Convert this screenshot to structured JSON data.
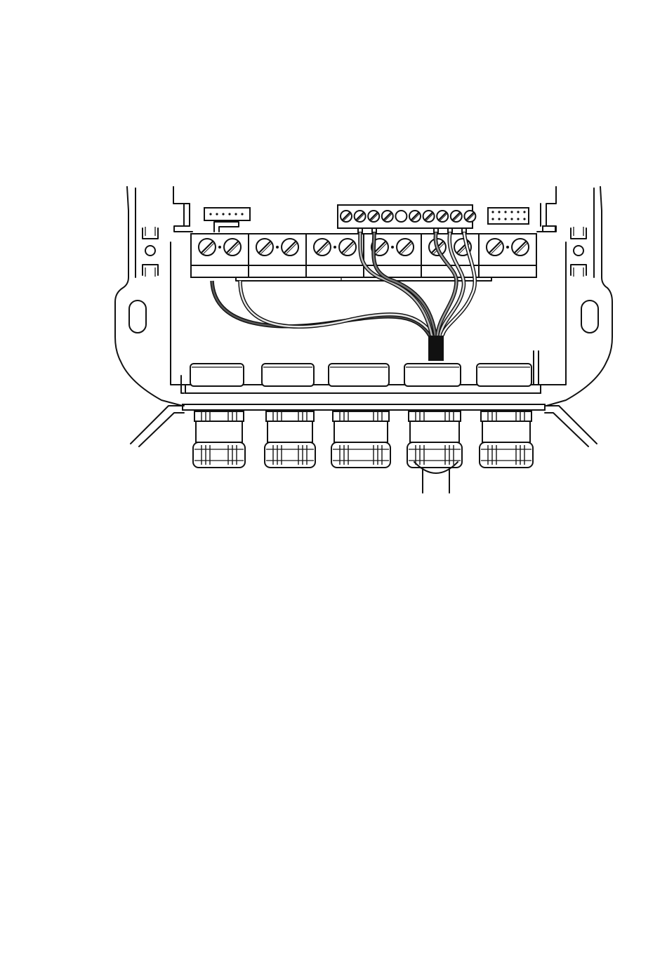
{
  "figure": {
    "terminal_groups": 6,
    "small_terminals": 10,
    "cable_glands": 5
  },
  "colors": {
    "outline": "#111111",
    "background": "#ffffff",
    "wire_dark": "#444444",
    "wire_mid": "#888888",
    "wire_light": "#cccccc",
    "cable_sheath": "#111111"
  }
}
